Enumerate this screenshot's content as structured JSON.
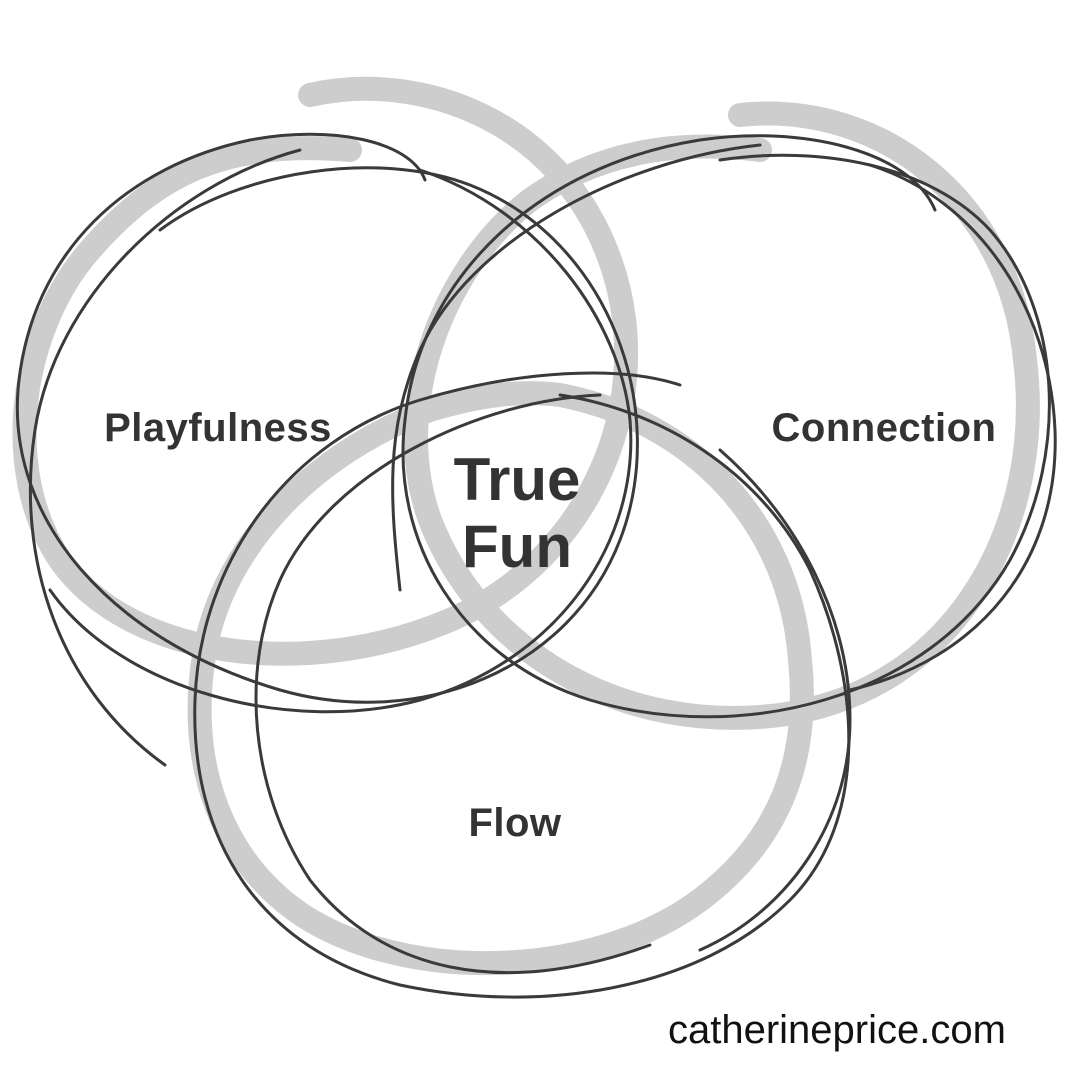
{
  "diagram": {
    "type": "venn",
    "circles": [
      {
        "label": "Playfulness"
      },
      {
        "label": "Connection"
      },
      {
        "label": "Flow"
      }
    ],
    "center_label_line1": "True",
    "center_label_line2": "Fun",
    "style": "hand-drawn",
    "colors": {
      "ink": "#3a3a3a",
      "shadow": "#cdcdcd",
      "background": "#ffffff"
    }
  },
  "footer": {
    "website": "catherineprice.com"
  }
}
